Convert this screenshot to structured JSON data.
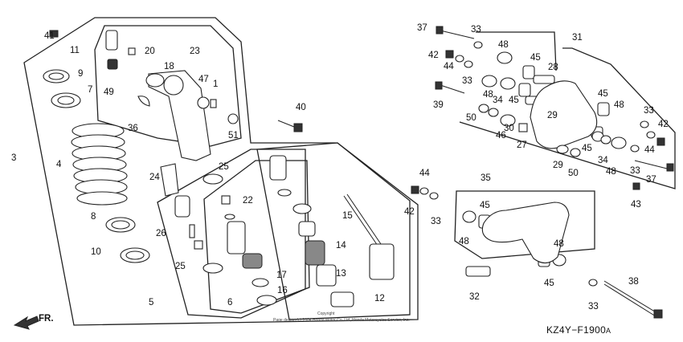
{
  "diagram_code": {
    "main": "KZ4Y−F1900",
    "suffix": "A"
  },
  "copyright_line1": "Copyright",
  "copyright_line2": "Page design (c) 2004 Honda Motor Co. Ltd, Honda Motorcycles Service, Inc.",
  "direction_label": "FR.",
  "callouts": [
    "1",
    "3",
    "4",
    "5",
    "6",
    "7",
    "8",
    "9",
    "10",
    "11",
    "12",
    "13",
    "14",
    "15",
    "16",
    "17",
    "18",
    "20",
    "22",
    "23",
    "24",
    "25",
    "25",
    "26",
    "27",
    "28",
    "29",
    "29",
    "30",
    "31",
    "32",
    "33",
    "33",
    "33",
    "33",
    "33",
    "33",
    "34",
    "34",
    "35",
    "36",
    "37",
    "37",
    "38",
    "39",
    "40",
    "41",
    "42",
    "42",
    "42",
    "43",
    "44",
    "44",
    "44",
    "45",
    "45",
    "45",
    "45",
    "45",
    "45",
    "46",
    "47",
    "48",
    "48",
    "48",
    "48",
    "48",
    "48",
    "49",
    "50",
    "50",
    "51"
  ]
}
